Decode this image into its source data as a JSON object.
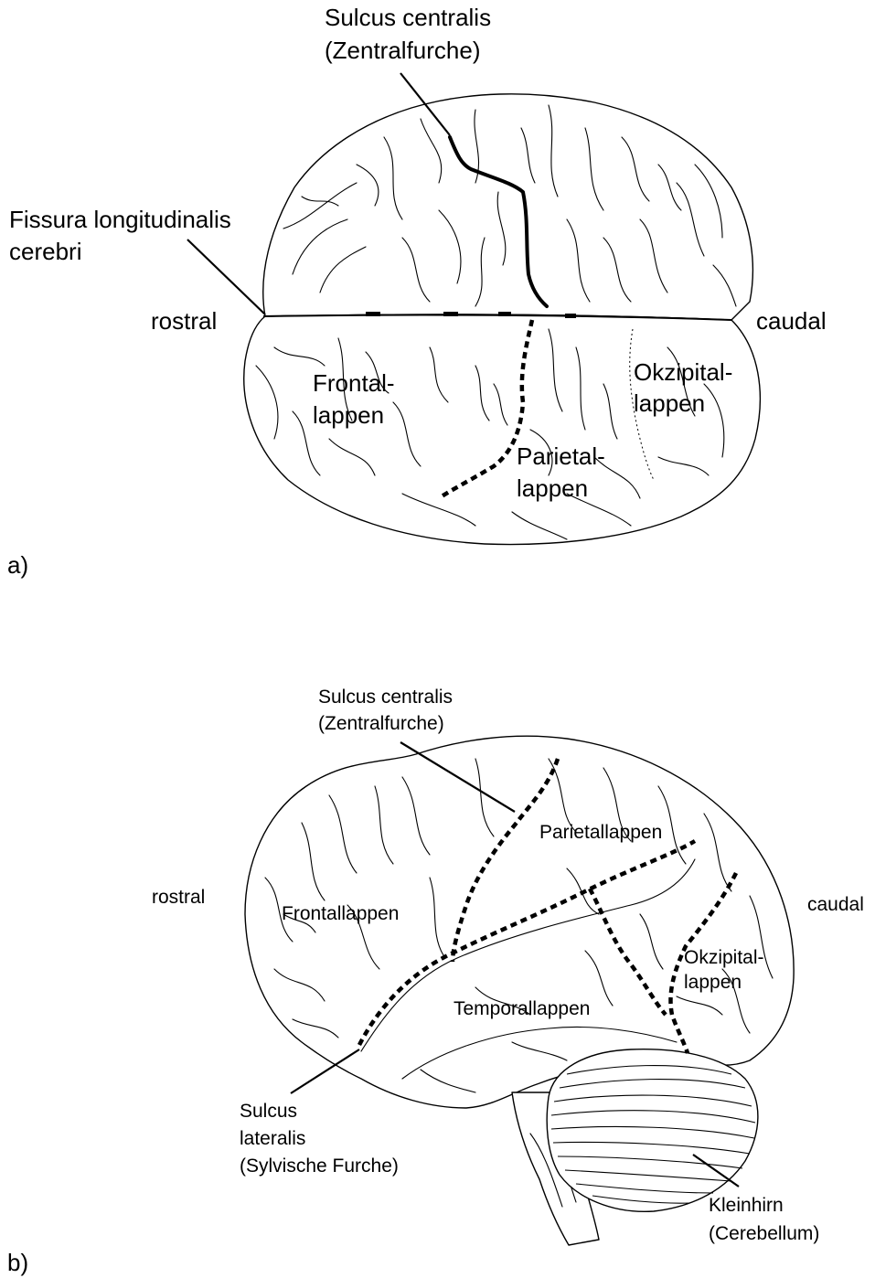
{
  "top_view": {
    "panel_label": "a)",
    "sulcus_centralis": {
      "line1": "Sulcus centralis",
      "line2": "(Zentralfurche)"
    },
    "fissura": {
      "line1": "Fissura longitudinalis",
      "line2": "cerebri"
    },
    "rostral": "rostral",
    "caudal": "caudal",
    "frontal": {
      "line1": "Frontal-",
      "line2": "lappen"
    },
    "parietal": {
      "line1": "Parietal-",
      "line2": "lappen"
    },
    "occipital": {
      "line1": "Okzipital-",
      "line2": "lappen"
    }
  },
  "side_view": {
    "panel_label": "b)",
    "sulcus_centralis": {
      "line1": "Sulcus centralis",
      "line2": "(Zentralfurche)"
    },
    "rostral": "rostral",
    "caudal": "caudal",
    "frontal": "Frontallappen",
    "parietal": "Parietallappen",
    "temporal": "Temporallappen",
    "occipital": {
      "line1": "Okzipital-",
      "line2": "lappen"
    },
    "sulcus_lateralis": {
      "line1": "Sulcus",
      "line2": "lateralis",
      "line3": "(Sylvische Furche)"
    },
    "cerebellum": {
      "line1": "Kleinhirn",
      "line2": "(Cerebellum)"
    }
  }
}
